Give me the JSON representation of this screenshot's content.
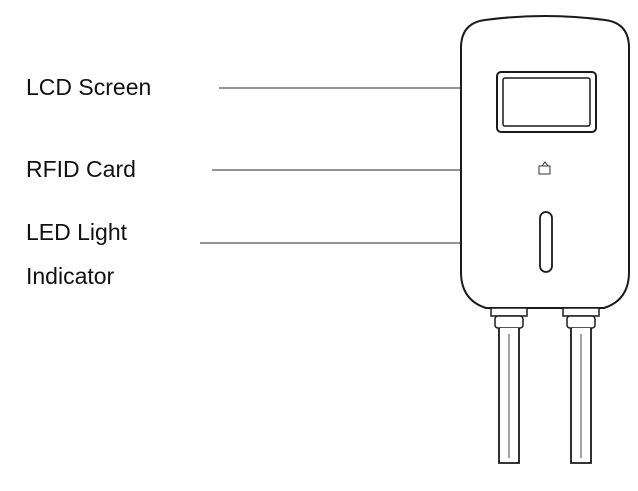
{
  "labels": {
    "lcd_screen": "LCD Screen",
    "rfid_card": "RFID Card",
    "led_light_line1": "LED Light",
    "led_light_line2": "Indicator"
  },
  "icons": {
    "rfid": "card-reader-icon"
  },
  "colors": {
    "stroke": "#1a1a1a",
    "leader": "#555555",
    "background": "#ffffff"
  }
}
